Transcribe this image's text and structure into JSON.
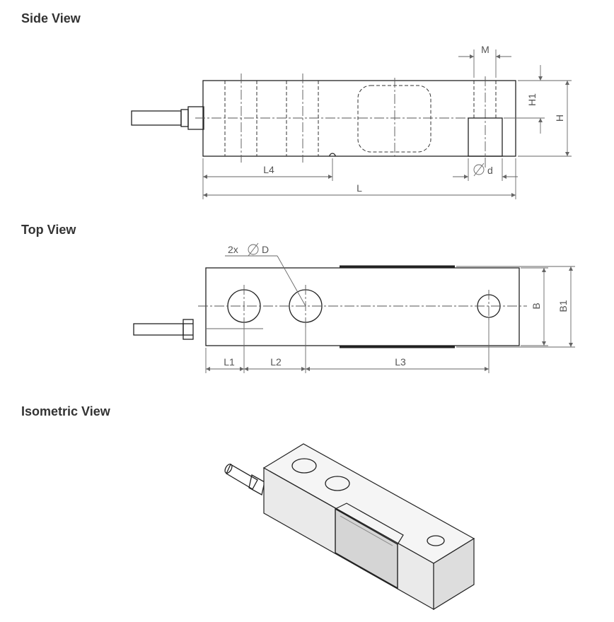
{
  "views": {
    "side": {
      "title": "Side View",
      "labels": {
        "M": "M",
        "H1": "H1",
        "H": "H",
        "L4": "L4",
        "L": "L",
        "d": "d"
      }
    },
    "top": {
      "title": "Top View",
      "labels": {
        "D_note": "2x",
        "D": "D",
        "B": "B",
        "B1": "B1",
        "L1": "L1",
        "L2": "L2",
        "L3": "L3"
      }
    },
    "iso": {
      "title": "Isometric View"
    }
  },
  "colors": {
    "outline": "#222222",
    "dimension": "#666666",
    "text": "#333333"
  }
}
